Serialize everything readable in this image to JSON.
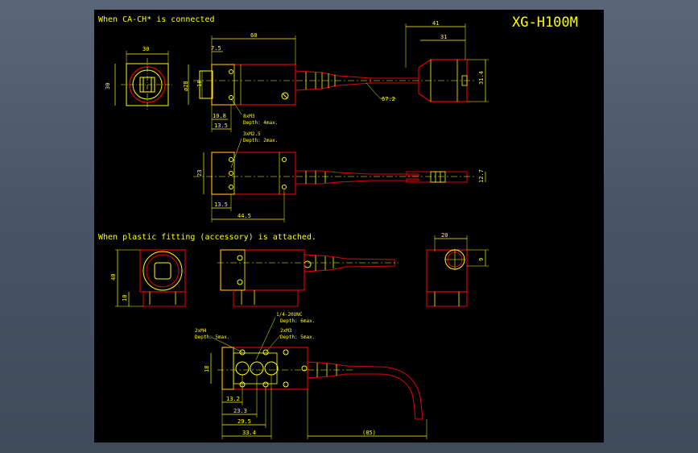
{
  "title": "XG-H100M",
  "sections": {
    "connected_heading": "When CA-CH* is connected",
    "fitting_heading": "When plastic fitting (accessory) is attached."
  },
  "dims": {
    "d30_top": "30",
    "d30_side": "30",
    "d60": "60",
    "d41": "41",
    "d31": "31",
    "d7_5": "7.5",
    "d28": "ø28",
    "d18": "18",
    "d31_4": "31.4",
    "d10_8": "10.8",
    "d13_5a": "13.5",
    "d67_2": "67.2",
    "note_m3": "8xM3",
    "note_m3_depth": "Depth: 4max.",
    "note_m2_5": "3xM2.5",
    "note_m2_5_depth": "Depth: 2max.",
    "d23": "23",
    "d13_5b": "13.5",
    "d44_5": "44.5",
    "d12_7": "12.7",
    "d40": "40",
    "d10": "10",
    "d20": "20",
    "d9": "9",
    "note_unc": "1/4-20UNC",
    "note_unc_depth": "Depth: 6max.",
    "note_m4": "2xM4",
    "note_m4_depth": "Depth: 5max.",
    "note_m3b": "2xM3",
    "note_m3b_depth": "Depth: 5max.",
    "d18b": "18",
    "d13_2": "13.2",
    "d23_3": "23.3",
    "d29_5": "29.5",
    "d33_4": "33.4",
    "d85": "(85)"
  }
}
